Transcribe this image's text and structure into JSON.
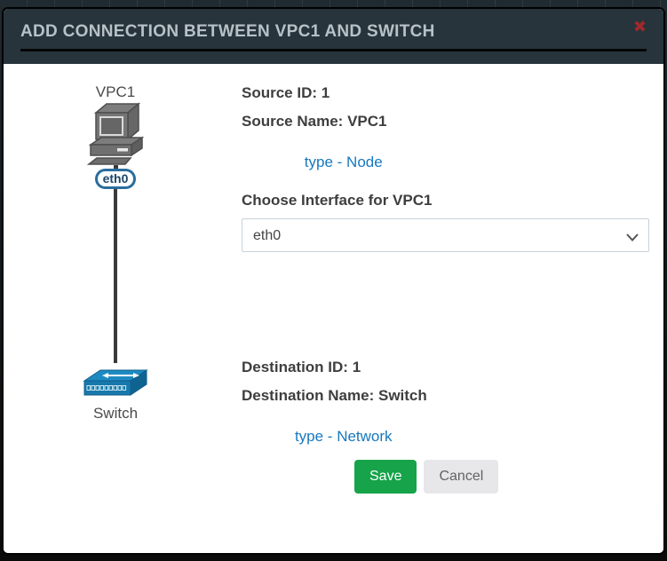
{
  "window": {
    "title": "ADD CONNECTION BETWEEN VPC1 AND SWITCH",
    "close_icon": "✖"
  },
  "diagram": {
    "source_node_label": "VPC1",
    "interface_badge": "eth0",
    "destination_node_label": "Switch"
  },
  "form": {
    "source": {
      "id_label": "Source ID:",
      "id_value": "1",
      "name_label": "Source Name:",
      "name_value": "VPC1",
      "type_text": "type - Node"
    },
    "interface": {
      "label": "Choose Interface for VPC1",
      "selected": "eth0",
      "options": [
        "eth0"
      ]
    },
    "destination": {
      "id_label": "Destination ID:",
      "id_value": "1",
      "name_label": "Destination Name:",
      "name_value": "Switch",
      "type_text": "type - Network"
    },
    "actions": {
      "save": "Save",
      "cancel": "Cancel"
    }
  },
  "colors": {
    "header_bg": "#27343c",
    "title_text": "#b7c1c7",
    "close_red": "#a1292b",
    "link_blue": "#1778be",
    "save_green": "#16a34a",
    "cancel_bg": "#e7e6e9",
    "page_bg_top": "#202a31",
    "switch_blue": "#1e8ac2",
    "node_gray": "#757575"
  }
}
